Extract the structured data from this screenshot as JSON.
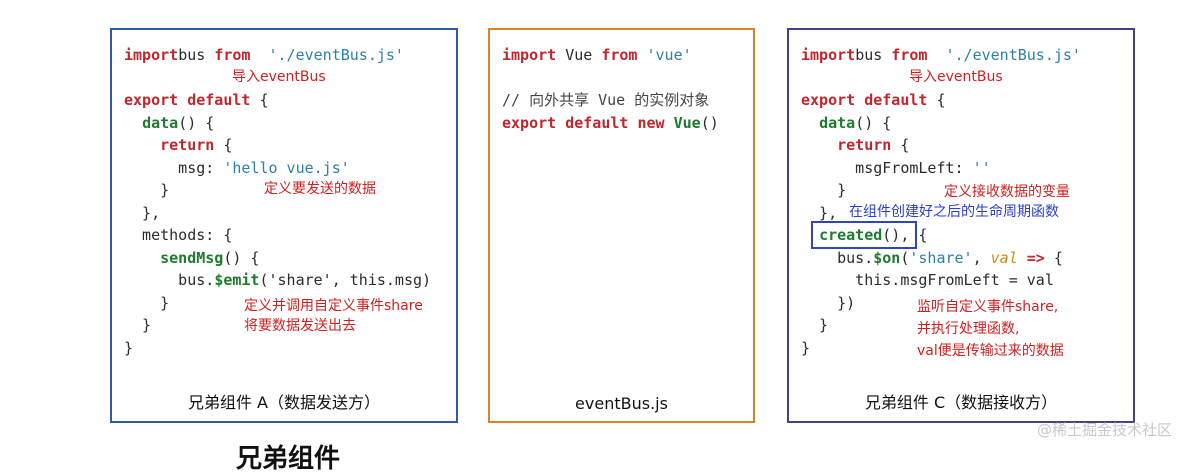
{
  "panel_a": {
    "caption": "兄弟组件 A（数据发送方）",
    "notes": {
      "import": "导入eventBus",
      "data": "定义要发送的数据",
      "method_1": "定义并调用自定义事件share",
      "method_2": "将要数据发送出去"
    }
  },
  "panel_b": {
    "caption": "eventBus.js"
  },
  "panel_c": {
    "caption": "兄弟组件 C（数据接收方）",
    "notes": {
      "import": "导入eventBus",
      "data": "定义接收数据的变量",
      "lifecycle": "在组件创建好之后的生命周期函数",
      "listen_1": "监听自定义事件share,",
      "listen_2": "并执行处理函数,",
      "listen_3": "val便是传输过来的数据"
    }
  },
  "code": {
    "a": [
      [
        [
          "kw",
          "import"
        ],
        [
          "",
          "bus "
        ],
        [
          "kw",
          "from"
        ],
        [
          "",
          "  "
        ],
        [
          "str",
          "'./eventBus.js'"
        ]
      ],
      [],
      [
        [
          "kw",
          "export default"
        ],
        [
          "",
          " {"
        ]
      ],
      [
        [
          "",
          "  "
        ],
        [
          "fn",
          "data"
        ],
        [
          "",
          "() {"
        ]
      ],
      [
        [
          "",
          "    "
        ],
        [
          "kw",
          "return"
        ],
        [
          "",
          " {"
        ]
      ],
      [
        [
          "",
          "      msg: "
        ],
        [
          "str",
          "'hello vue.js'"
        ]
      ],
      [
        [
          "",
          "    }"
        ]
      ],
      [
        [
          "",
          "  },"
        ]
      ],
      [
        [
          "",
          "  methods: {"
        ]
      ],
      [
        [
          "",
          "    "
        ],
        [
          "fn",
          "sendMsg"
        ],
        [
          "",
          "() {"
        ]
      ],
      [
        [
          "",
          "      bus."
        ],
        [
          "fn",
          "$emit"
        ],
        [
          "",
          "('share', this.msg)"
        ]
      ],
      [
        [
          "",
          "    }"
        ]
      ],
      [
        [
          "",
          "  }"
        ]
      ],
      [
        [
          "",
          "}"
        ]
      ]
    ],
    "b": [
      [
        [
          "kw",
          "import"
        ],
        [
          "",
          " Vue "
        ],
        [
          "kw",
          "from"
        ],
        [
          "",
          " "
        ],
        [
          "str",
          "'vue'"
        ]
      ],
      [],
      [
        [
          "cm",
          "// 向外共享 Vue 的实例对象"
        ]
      ],
      [
        [
          "kw",
          "export default new"
        ],
        [
          "",
          " "
        ],
        [
          "fn",
          "Vue"
        ],
        [
          "",
          "()"
        ]
      ]
    ],
    "c": [
      [
        [
          "kw",
          "import"
        ],
        [
          "",
          "bus "
        ],
        [
          "kw",
          "from"
        ],
        [
          "",
          "  "
        ],
        [
          "str",
          "'./eventBus.js'"
        ]
      ],
      [],
      [
        [
          "kw",
          "export default"
        ],
        [
          "",
          " {"
        ]
      ],
      [
        [
          "",
          "  "
        ],
        [
          "fn",
          "data"
        ],
        [
          "",
          "() {"
        ]
      ],
      [
        [
          "",
          "    "
        ],
        [
          "kw",
          "return"
        ],
        [
          "",
          " {"
        ]
      ],
      [
        [
          "",
          "      msgFromLeft: "
        ],
        [
          "str",
          "''"
        ]
      ],
      [
        [
          "",
          "    }"
        ]
      ],
      [
        [
          "",
          "  },"
        ]
      ],
      [
        [
          "",
          "  "
        ],
        [
          "fn",
          "created"
        ],
        [
          "",
          "(), {"
        ]
      ],
      [
        [
          "",
          "    bus."
        ],
        [
          "fn",
          "$on"
        ],
        [
          "",
          "("
        ],
        [
          "str",
          "'share'"
        ],
        [
          "",
          ", "
        ],
        [
          "var",
          "val"
        ],
        [
          "",
          " "
        ],
        [
          "kw",
          "=>"
        ],
        [
          "",
          " {"
        ]
      ],
      [
        [
          "",
          "      this.msgFromLeft = val"
        ]
      ],
      [
        [
          "",
          "    })"
        ]
      ],
      [
        [
          "",
          "  }"
        ]
      ],
      [
        [
          "",
          "}"
        ]
      ]
    ]
  },
  "watermark": "@稀土掘金技术社区",
  "cut_text": "兄弟组件"
}
